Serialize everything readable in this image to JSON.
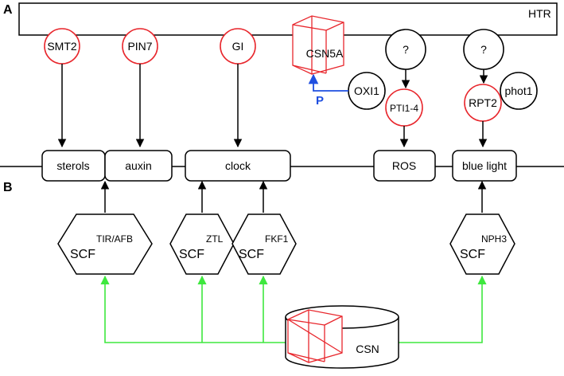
{
  "panels": {
    "a": "A",
    "b": "B"
  },
  "htr_label": "HTR",
  "top_nodes": {
    "smt2": "SMT2",
    "pin7": "PIN7",
    "gi": "GI",
    "csn5a": "CSN5A",
    "q1": "?",
    "q2": "?",
    "oxi1": "OXI1",
    "pti14": "PTI1-4",
    "rpt2": "RPT2",
    "phot1": "phot1"
  },
  "phospho_label": "P",
  "process_boxes": {
    "sterols": "sterols",
    "auxin": "auxin",
    "clock": "clock",
    "ros": "ROS",
    "blue_light": "blue light"
  },
  "scf_complexes": {
    "tir": {
      "base": "SCF",
      "sup": "TIR/AFB"
    },
    "ztl": {
      "base": "SCF",
      "sup": "ZTL"
    },
    "fkf1": {
      "base": "SCF",
      "sup": "FKF1"
    },
    "nph3": {
      "base": "SCF",
      "sup": "NPH3"
    }
  },
  "csn_label": "CSN",
  "colors": {
    "red": "#e8262c",
    "green": "#3ee83e",
    "blue": "#1f4fe0",
    "black": "#000000"
  }
}
